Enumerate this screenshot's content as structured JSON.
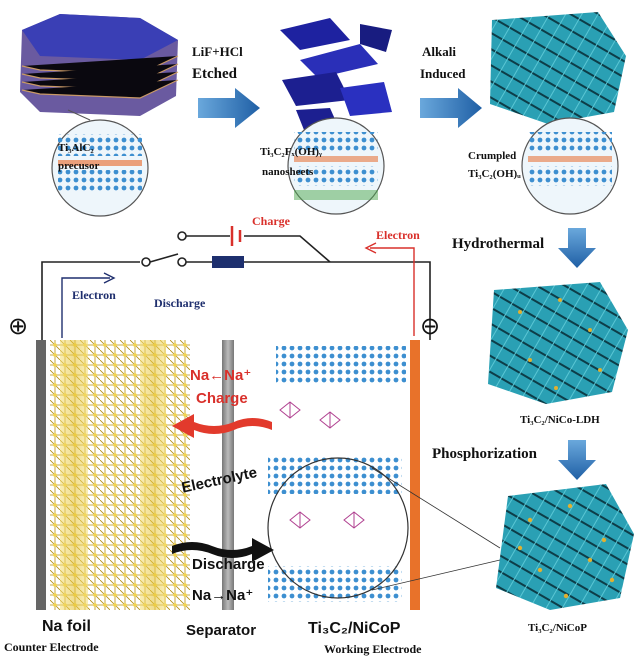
{
  "top_row": {
    "precursor_label_line1": "Ti₃AlC₂",
    "precursor_label_line2": "precusor",
    "etch_reagent": "LiF+HCl",
    "etch_word": "Etched",
    "nanosheet_label_line1": "Ti₃C₂Fₓ(OH)ᵧ",
    "nanosheet_label_line2": "nanosheets",
    "alkali_word": "Alkali",
    "induced_word": "Induced",
    "crumpled_label_line1": "Crumpled",
    "crumpled_label_line2": "Ti₃C₂(OH)ᵤ"
  },
  "right_column": {
    "hydrothermal": "Hydrothermal",
    "ldh_label": "Ti₃C₂/NiCo-LDH",
    "phosphorization": "Phosphorization",
    "nicop_label": "Ti₃C₂/NiCoP"
  },
  "circuit": {
    "charge": "Charge",
    "discharge": "Discharge",
    "electron_left": "Electron",
    "electron_right": "Electron",
    "plus_symbol": "⊕",
    "minus_symbol": "⊖"
  },
  "cell": {
    "na_to_naplus_top": "Na←Na⁺",
    "charge_arrow_label": "Charge",
    "electrolyte": "Electrolyte",
    "discharge_arrow_label": "Discharge",
    "na_to_naplus_bottom": "Na→Na⁺",
    "na_foil": "Na foil",
    "counter_electrode": "Counter Electrode",
    "separator": "Separator",
    "working_material": "Ti₃C₂/NiCoP",
    "working_electrode": "Working Electrode"
  },
  "colors": {
    "blue_layer": "#3a3fb5",
    "teal": "#2e9bb0",
    "gold": "#e8c93a",
    "red": "#d9302b",
    "navy": "#1f2f6e",
    "orange_electrode": "#e8722a",
    "arrow_blue": "#2d6fb4"
  }
}
